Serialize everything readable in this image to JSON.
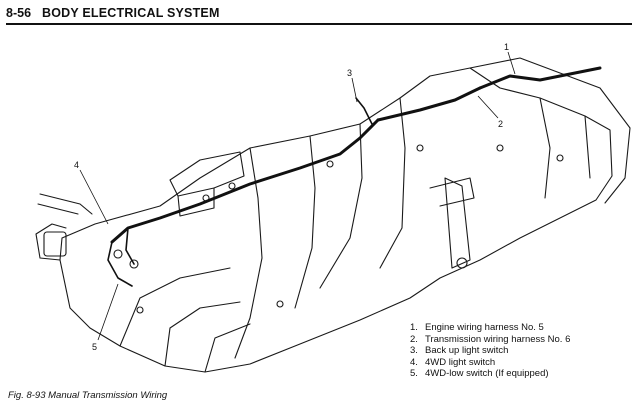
{
  "header": {
    "page_number": "8-56",
    "section_title": "BODY ELECTRICAL SYSTEM"
  },
  "figure": {
    "caption": "Fig. 8-93 Manual Transmission Wiring",
    "callouts": [
      "1",
      "2",
      "3",
      "4",
      "5"
    ]
  },
  "legend": {
    "items": [
      {
        "number": "1.",
        "text": "Engine wiring harness No. 5"
      },
      {
        "number": "2.",
        "text": "Transmission wiring harness No. 6"
      },
      {
        "number": "3.",
        "text": "Back up light switch"
      },
      {
        "number": "4.",
        "text": "4WD light switch"
      },
      {
        "number": "5.",
        "text": "4WD-low switch (If equipped)"
      }
    ]
  }
}
